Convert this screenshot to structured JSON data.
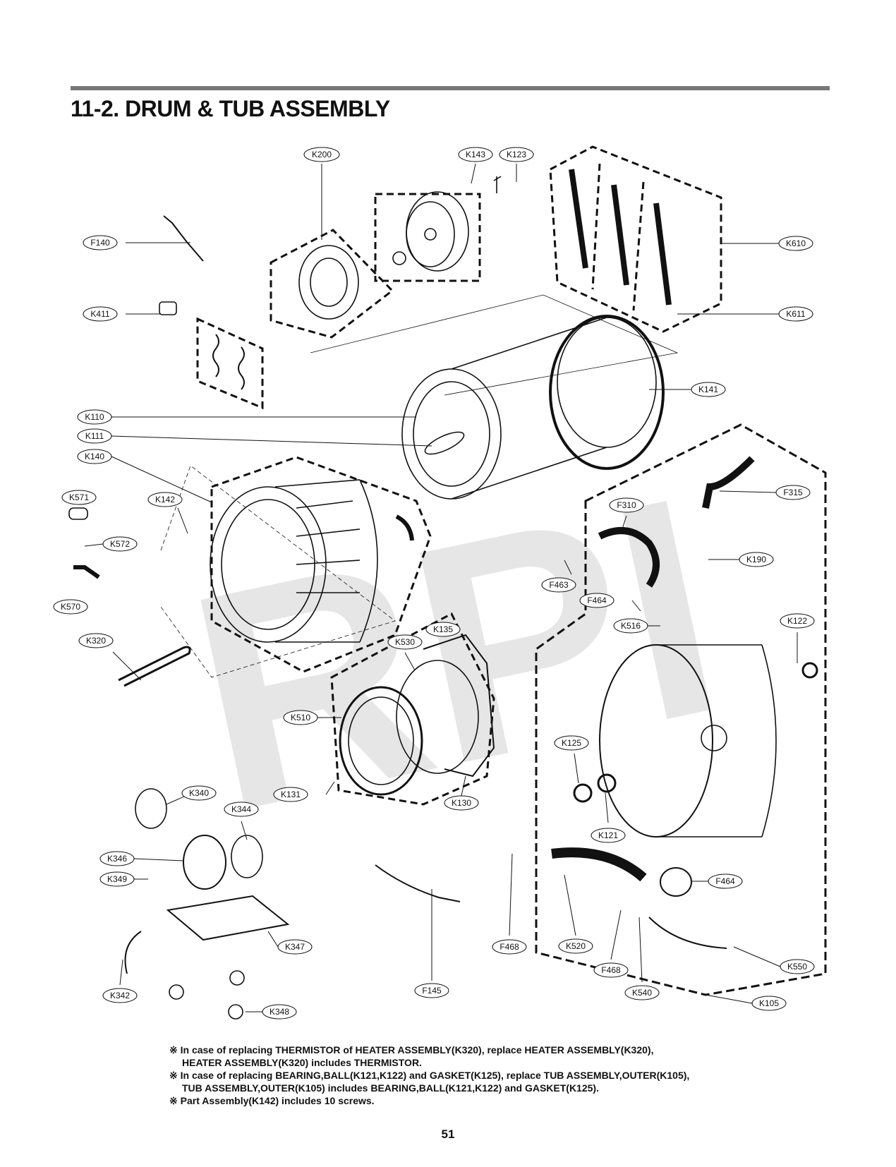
{
  "header": {
    "title": "11-2. DRUM & TUB ASSEMBLY"
  },
  "watermark": "RPI",
  "callouts": [
    "K200",
    "K143",
    "K123",
    "F140",
    "K610",
    "K411",
    "K611",
    "K141",
    "K110",
    "K111",
    "K140",
    "K571",
    "K142",
    "K572",
    "F315",
    "F310",
    "K190",
    "K570",
    "F463",
    "F464",
    "K516",
    "K122",
    "K320",
    "K530",
    "K135",
    "K510",
    "K125",
    "K131",
    "K130",
    "K340",
    "K344",
    "K121",
    "K346",
    "K349",
    "F464",
    "K347",
    "F468",
    "K520",
    "F468",
    "K550",
    "K342",
    "F145",
    "K540",
    "K348",
    "K105"
  ],
  "notes": [
    "※ In case of replacing THERMISTOR of HEATER ASSEMBLY(K320), replace HEATER ASSEMBLY(K320),",
    "HEATER ASSEMBLY(K320) includes THERMISTOR.",
    "※ In case of replacing BEARING,BALL(K121,K122) and GASKET(K125), replace TUB ASSEMBLY,OUTER(K105),",
    "TUB ASSEMBLY,OUTER(K105) includes BEARING,BALL(K121,K122) and GASKET(K125).",
    "※ Part Assembly(K142) includes 10 screws."
  ],
  "footer": {
    "page_number": "51"
  }
}
